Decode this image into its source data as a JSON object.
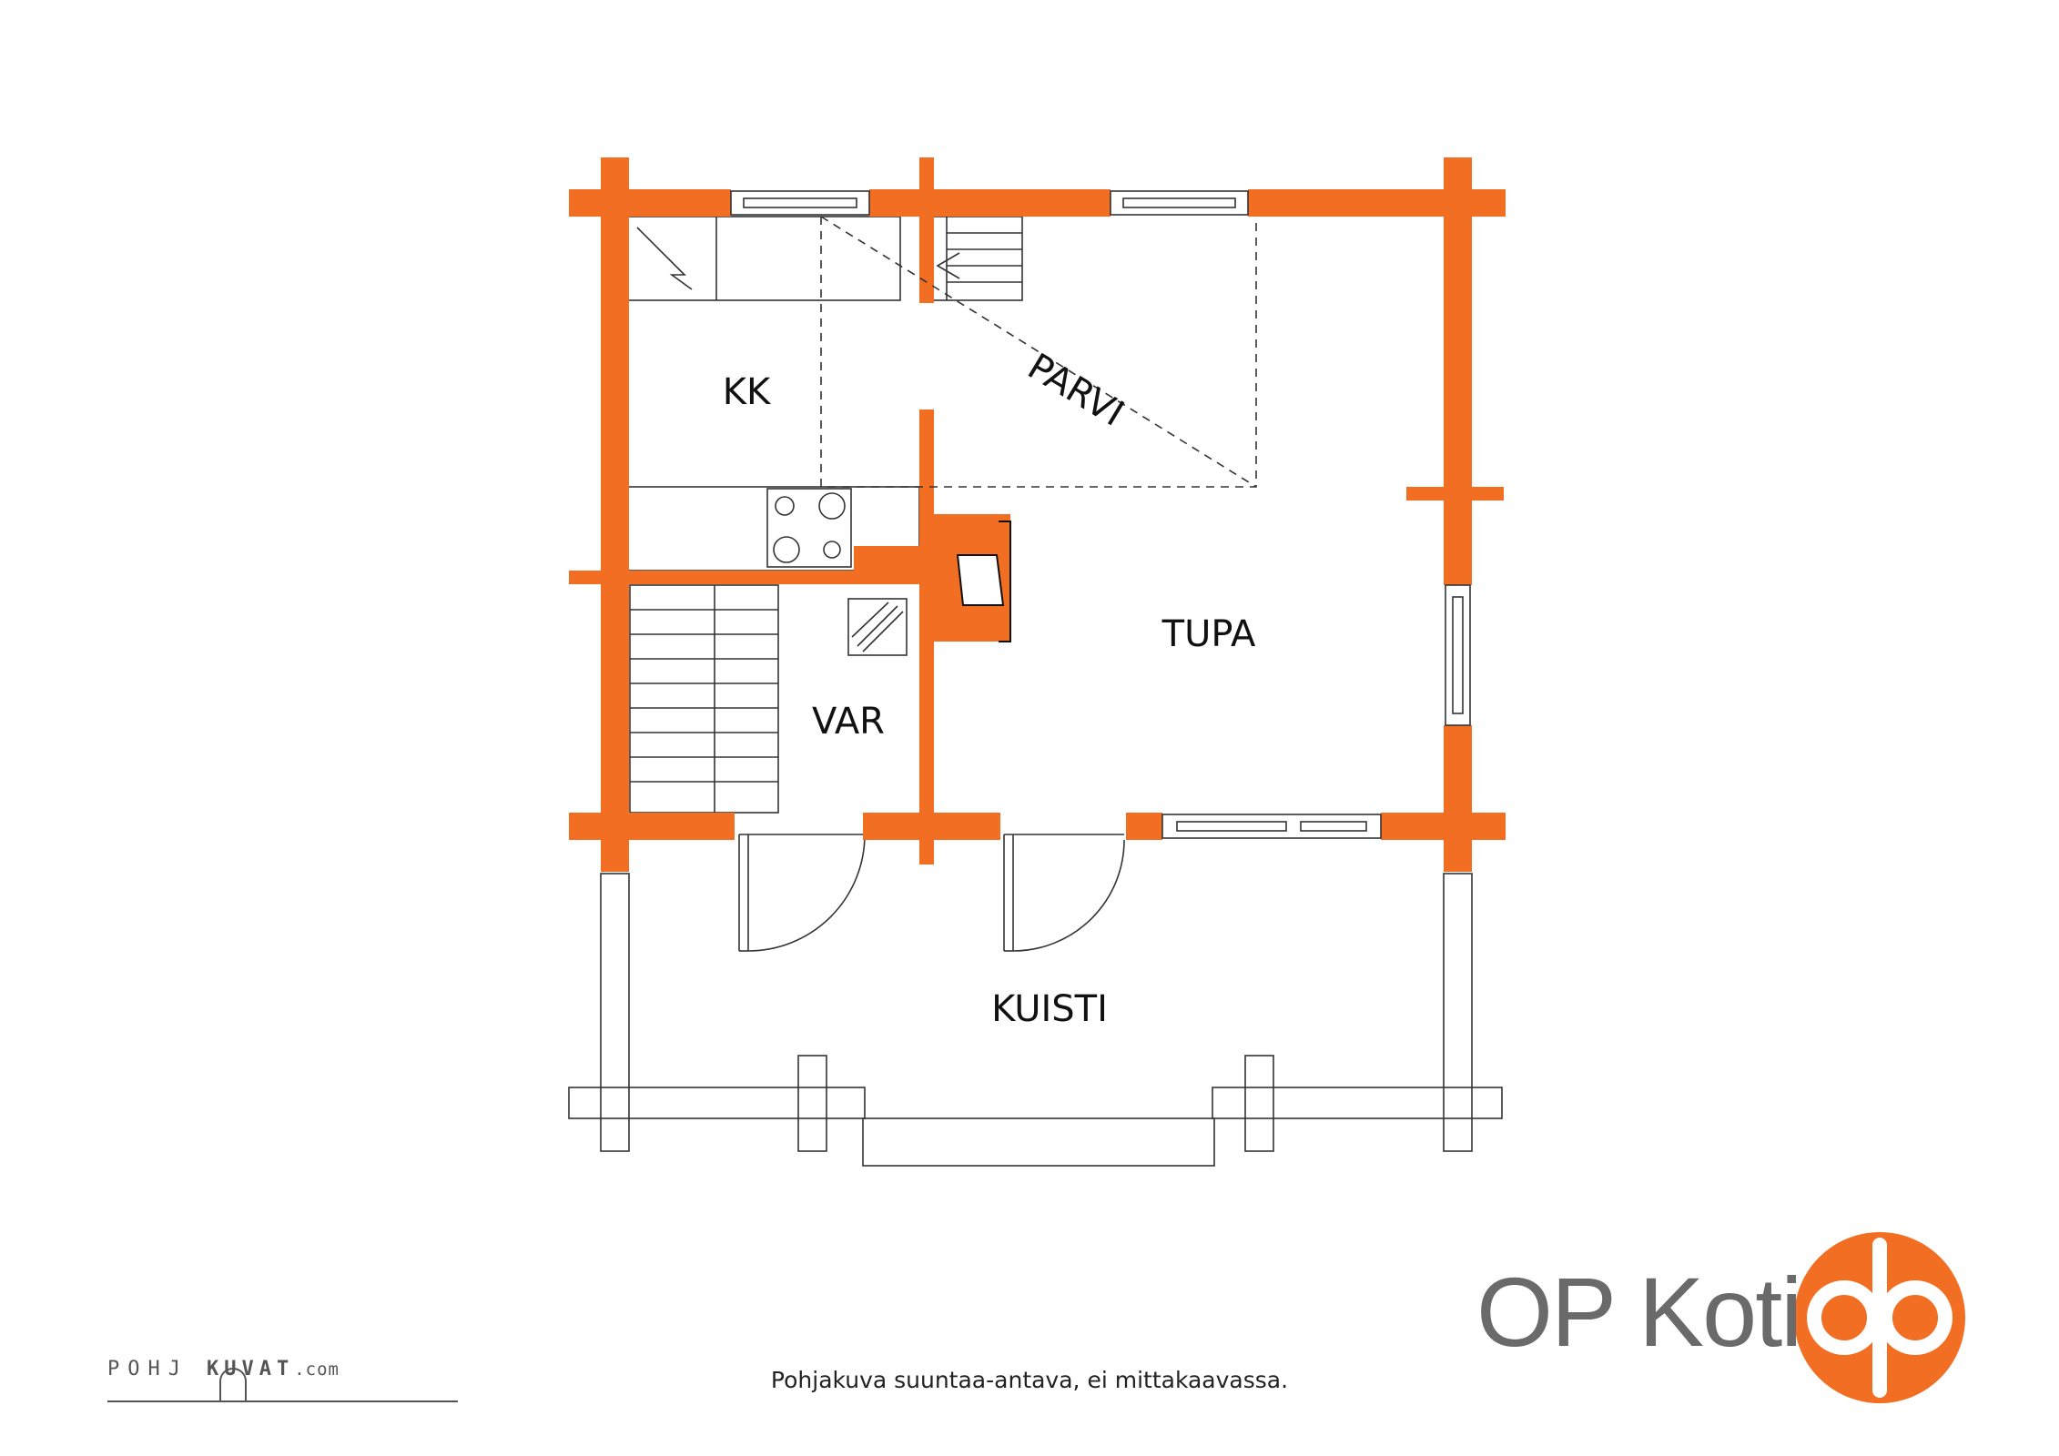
{
  "colors": {
    "wall": "#f26e22",
    "line": "#333333",
    "brand": "#f26e22",
    "brand_text": "#6a6a6a"
  },
  "rooms": {
    "kk": "KK",
    "parvi": "PARVI",
    "tupa": "TUPA",
    "var": "VAR",
    "kuisti": "KUISTI"
  },
  "caption": "Pohjakuva suuntaa-antava, ei mittakaavassa.",
  "brand": {
    "name": "OP Koti",
    "logo_icon": "op-logo-icon"
  },
  "watermark": {
    "part1": "POHJ",
    "part2": "KUVAT",
    "part3": ".com"
  }
}
